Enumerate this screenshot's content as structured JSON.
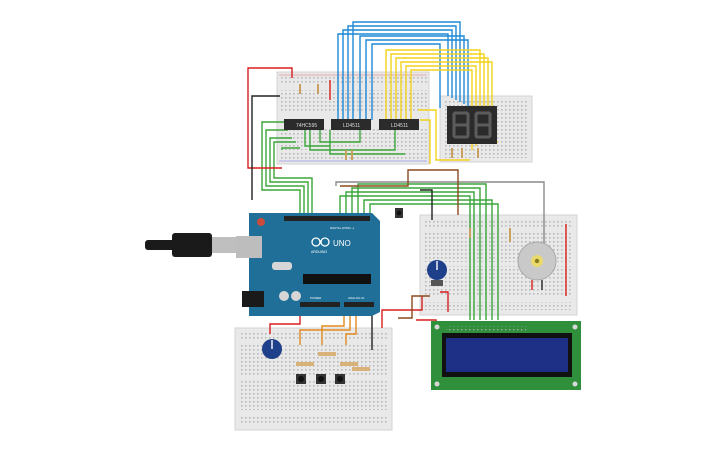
{
  "canvas": {
    "background": "#ffffff"
  },
  "colors": {
    "breadboard": "#e9e9e9",
    "breadboard_edge": "#d3d3d3",
    "arduino": "#1f6f98",
    "lcd_pcb": "#2f8f3a",
    "lcd_screen": "#1e2f86",
    "seg_display": "#2b2b2b",
    "wire_red": "#d81e1e",
    "wire_green": "#3aa63a",
    "wire_blue": "#1e88d6",
    "wire_yellow": "#f2d21b",
    "wire_black": "#222222",
    "wire_orange": "#e08a1e",
    "wire_brown": "#8b4a1e",
    "wire_gray": "#8a8a8a"
  },
  "chips": {
    "shift1": "74HC595",
    "shift2": "LD4511",
    "shift3": "LD4511"
  },
  "seg_display": {
    "digits": "88"
  },
  "arduino": {
    "logo_text": "UNO",
    "brand_text": "ARDUINO",
    "digital_label": "DIGITAL (PWM ~)",
    "power_label": "POWER",
    "analog_label": "ANALOG IN"
  },
  "components": {
    "usb_cable": "usb-cable",
    "potentiometer": "potentiometer",
    "motor": "dc-motor",
    "pushbutton": "pushbutton",
    "lcd": "lcd-16x2"
  }
}
